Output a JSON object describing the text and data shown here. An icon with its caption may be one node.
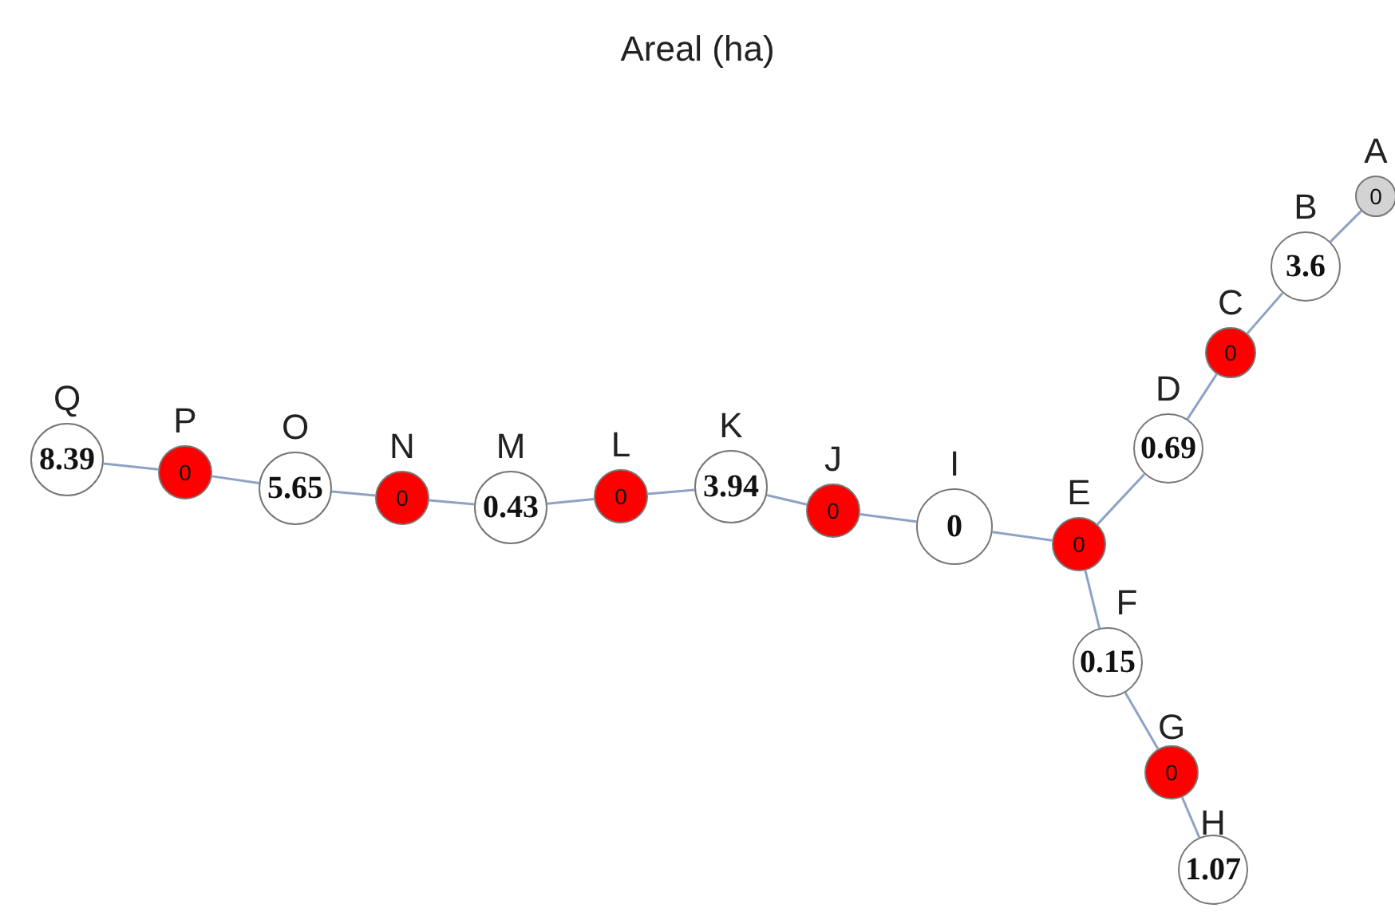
{
  "diagram": {
    "title": "Areal (ha)",
    "nodes": [
      {
        "text": [
          "A",
          "0"
        ]
      },
      {
        "text": [
          "B",
          "3.6"
        ]
      },
      {
        "text": [
          "C",
          "0"
        ]
      },
      {
        "text": [
          "D",
          "0.69"
        ]
      },
      {
        "text": [
          "E",
          "0"
        ]
      },
      {
        "text": [
          "F",
          "0.15"
        ]
      },
      {
        "text": [
          "G",
          "0"
        ]
      },
      {
        "text": [
          "H",
          "1.07"
        ]
      },
      {
        "text": [
          "I",
          "0"
        ]
      },
      {
        "text": [
          "J",
          "0"
        ]
      },
      {
        "text": [
          "K",
          "3.94"
        ]
      },
      {
        "text": [
          "L",
          "0"
        ]
      },
      {
        "text": [
          "M",
          "0.43"
        ]
      },
      {
        "text": [
          "N",
          "0"
        ]
      },
      {
        "text": [
          "O",
          "5.65"
        ]
      },
      {
        "text": [
          "P",
          "0"
        ]
      },
      {
        "text": [
          "Q",
          "8.39"
        ]
      }
    ],
    "edges": [
      {
        "from": 0,
        "to": 1,
        "arrow": "none"
      },
      {
        "from": 1,
        "to": 2,
        "arrow": "none"
      },
      {
        "from": 2,
        "to": 3,
        "arrow": "none"
      },
      {
        "from": 3,
        "to": 4,
        "arrow": "none"
      },
      {
        "from": 4,
        "to": 5,
        "arrow": "none"
      },
      {
        "from": 5,
        "to": 6,
        "arrow": "none"
      },
      {
        "from": 6,
        "to": 7,
        "arrow": "none"
      },
      {
        "from": 4,
        "to": 8,
        "arrow": "none"
      },
      {
        "from": 8,
        "to": 9,
        "arrow": "none"
      },
      {
        "from": 9,
        "to": 10,
        "arrow": "none"
      },
      {
        "from": 10,
        "to": 11,
        "arrow": "none"
      },
      {
        "from": 11,
        "to": 12,
        "arrow": "none"
      },
      {
        "from": 12,
        "to": 13,
        "arrow": "none"
      },
      {
        "from": 13,
        "to": 14,
        "arrow": "none"
      },
      {
        "from": 14,
        "to": 15,
        "arrow": "none"
      },
      {
        "from": 15,
        "to": 16,
        "arrow": "none"
      }
    ]
  }
}
